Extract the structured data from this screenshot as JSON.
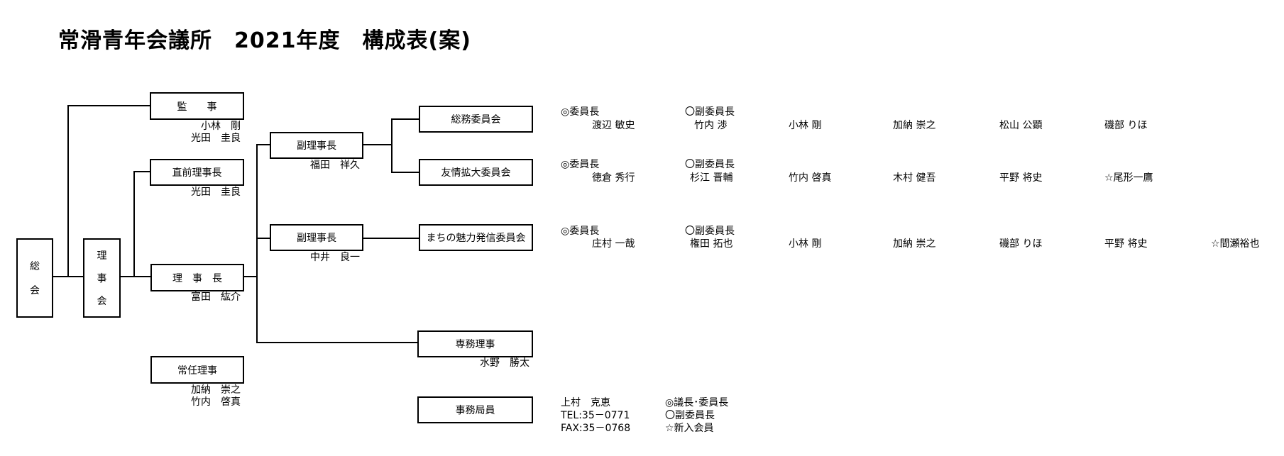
{
  "title": "常滑青年会議所　2021年度　構成表(案)",
  "general_assembly": {
    "chars": [
      "総",
      "会"
    ]
  },
  "board": {
    "chars": [
      "理",
      "事",
      "会"
    ]
  },
  "auditor": {
    "label": "監　　事",
    "names": [
      "小林　剛",
      "光田　圭良"
    ]
  },
  "past_president": {
    "label": "直前理事長",
    "names": [
      "光田　圭良"
    ]
  },
  "president": {
    "label": "理　事　長",
    "names": [
      "富田　紘介"
    ]
  },
  "standing_directors": {
    "label": "常任理事",
    "names": [
      "加納　崇之",
      "竹内　啓真"
    ]
  },
  "vice_presidents": [
    {
      "label": "副理事長",
      "name": "福田　祥久"
    },
    {
      "label": "副理事長",
      "name": "中井　良一"
    }
  ],
  "executive_director": {
    "label": "専務理事",
    "name": "水野　勝太"
  },
  "secretariat": {
    "label": "事務局員",
    "name": "上村　克恵",
    "tel": "TEL:35－0771",
    "fax": "FAX:35－0768"
  },
  "legend": [
    "◎議長･委員長",
    "〇副委員長",
    "☆新入会員"
  ],
  "committees": [
    {
      "label": "総務委員会",
      "chair_label": "◎委員長",
      "chair": "渡辺 敏史",
      "vice_label": "〇副委員長",
      "vice": "竹内 渉",
      "members": [
        "小林 剛",
        "加納 崇之",
        "松山 公顕",
        "磯部 りほ"
      ]
    },
    {
      "label": "友情拡大委員会",
      "chair_label": "◎委員長",
      "chair": "徳倉 秀行",
      "vice_label": "〇副委員長",
      "vice": "杉江 晋輔",
      "members": [
        "竹内 啓真",
        "木村 健吾",
        "平野 将史",
        "☆尾形一鷹"
      ]
    },
    {
      "label": "まちの魅力発信委員会",
      "chair_label": "◎委員長",
      "chair": "庄村 一哉",
      "vice_label": "〇副委員長",
      "vice": "権田 拓也",
      "members": [
        "小林 剛",
        "加納 崇之",
        "磯部 りほ",
        "平野 将史",
        "☆間瀬裕也"
      ]
    }
  ]
}
